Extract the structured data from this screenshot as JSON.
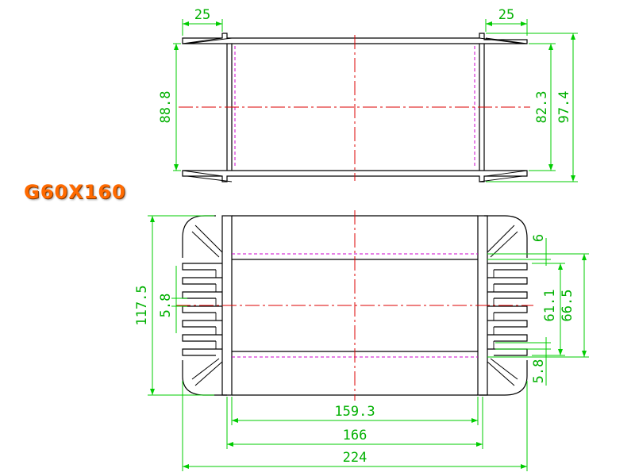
{
  "model": "G60X160",
  "colors": {
    "outline": "#000000",
    "dimension": "#00cc00",
    "center": "#dd0000",
    "hidden": "#cc00cc",
    "label": "#ff6a00"
  },
  "dims": {
    "top_flange_left": "25",
    "top_flange_right": "25",
    "inner_height_left": "88.8",
    "inner_height_right": "82.3",
    "overall_height": "97.4",
    "total_height_side": "117.5",
    "fin_pitch_left": "5.8",
    "fin_gap_top": "6",
    "fin_span": "61.1",
    "fin_span_outer": "66.5",
    "fin_pitch_right": "5.8",
    "width_inner": "159.3",
    "width_mid": "166",
    "width_total": "224"
  }
}
